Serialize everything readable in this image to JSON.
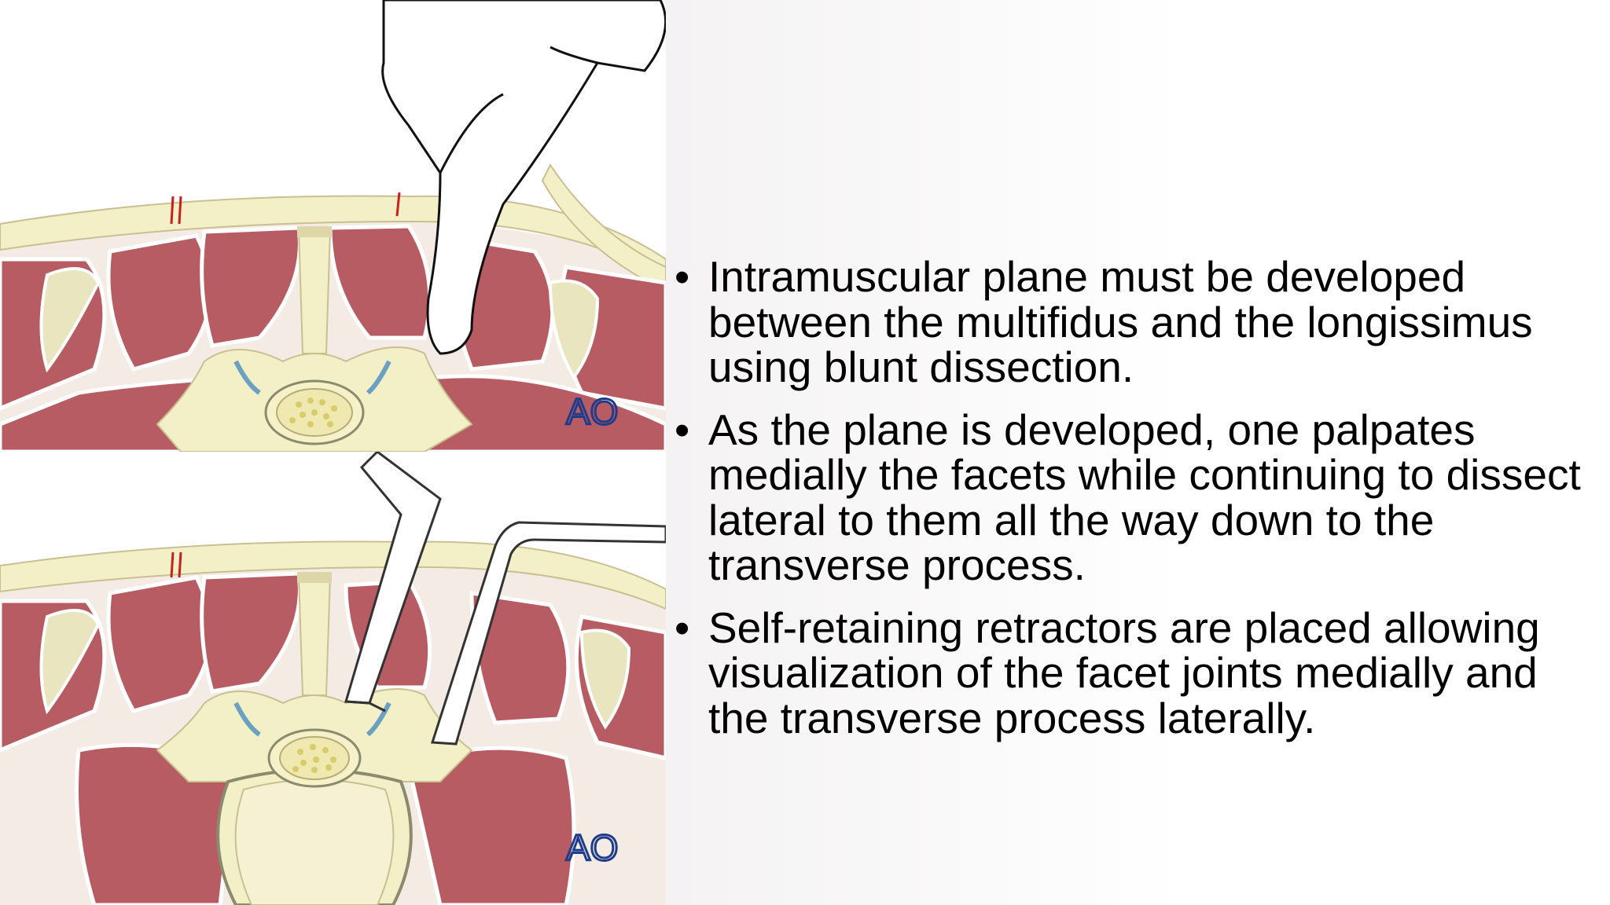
{
  "illustrations": {
    "top": {
      "logo_text": "AO"
    },
    "bottom": {
      "logo_text": "AO"
    }
  },
  "bullets": [
    {
      "text": "Intramuscular plane must be developed between the multifidus and the longissimus using blunt dissection."
    },
    {
      "text": "As the plane is developed, one palpates medially the facets while continuing to dissect lateral to them all the way down to the transverse process."
    },
    {
      "text": "Self-retaining retractors are placed allowing visualization of the facet joints medially and the transverse process laterally."
    }
  ],
  "colors": {
    "muscle": "#b85c63",
    "bone": "#f3efc6",
    "outline": "#ffffff",
    "fat": "#ece6d2",
    "logo": "#1f3b8c"
  },
  "bullet_glyph": "•"
}
